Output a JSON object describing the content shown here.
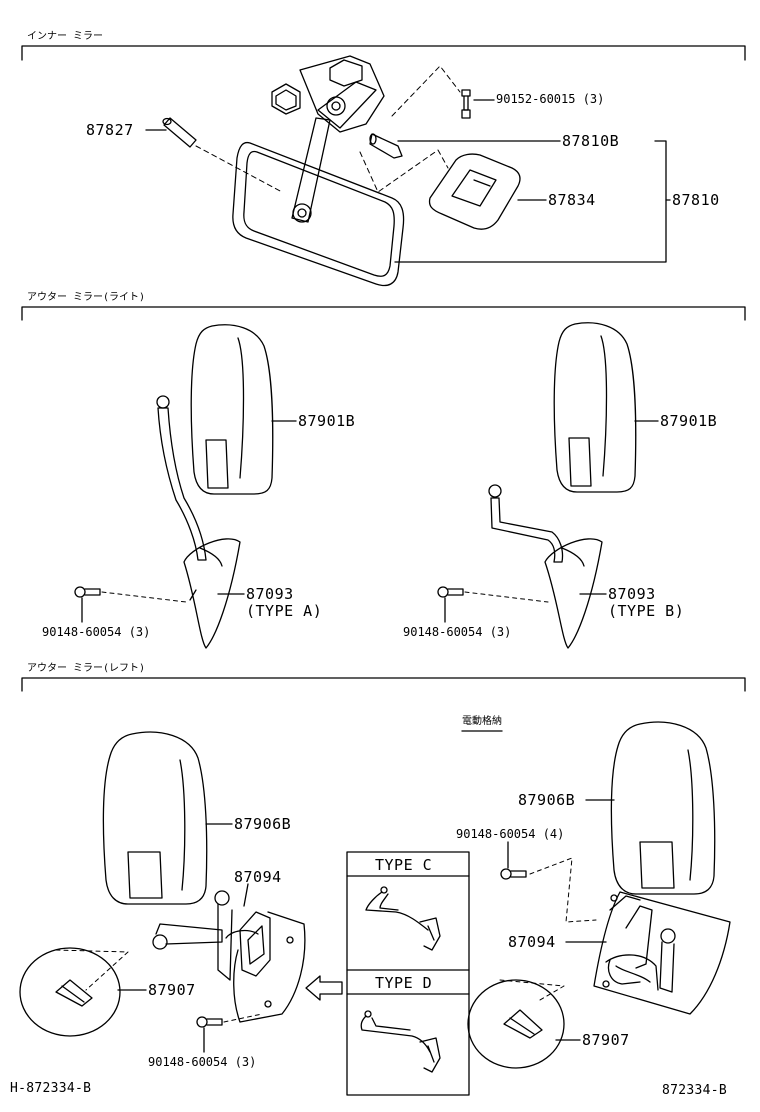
{
  "sections": {
    "inner": "インナー ミラー",
    "outer_right": "アウター ミラー(ライト)",
    "outer_left": "アウター ミラー(レフト)",
    "electric_fold": "電動格納"
  },
  "labels": {
    "p87827": "87827",
    "p90152": "90152-60015 (3)",
    "p87810B": "87810B",
    "p87834": "87834",
    "p87810": "87810",
    "p87901B_a": "87901B",
    "p87093_a": "87093",
    "type_a": "(TYPE  A)",
    "p90148_a": "90148-60054 (3)",
    "p87901B_b": "87901B",
    "p87093_b": "87093",
    "type_b": "(TYPE  B)",
    "p90148_b": "90148-60054 (3)",
    "p87906B_l": "87906B",
    "p87094_l": "87094",
    "p87907_l": "87907",
    "p90148_l": "90148-60054 (3)",
    "type_c": "TYPE  C",
    "type_d": "TYPE  D",
    "p87906B_r": "87906B",
    "p90148_r": "90148-60054 (4)",
    "p87094_r": "87094",
    "p87907_r": "87907"
  },
  "footer": {
    "left_code": "H-872334-B",
    "right_code": "872334-B"
  }
}
